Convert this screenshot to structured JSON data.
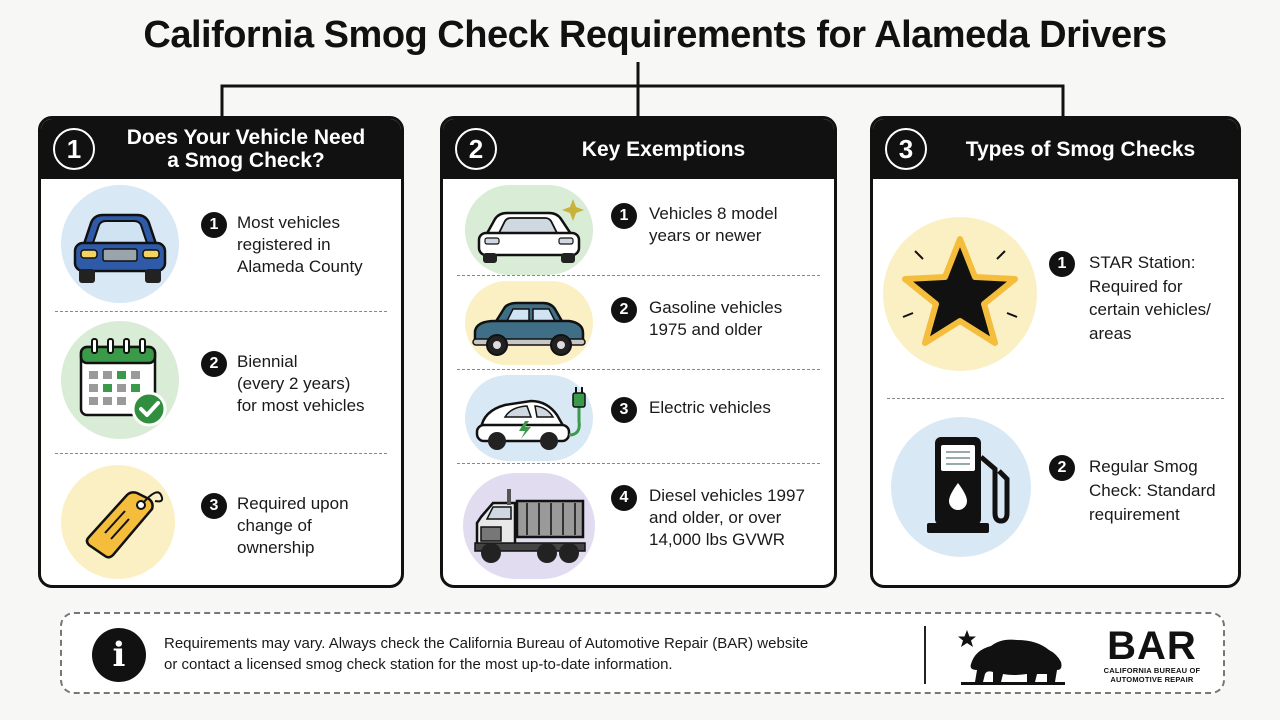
{
  "title": "California Smog Check Requirements for Alameda Drivers",
  "colors": {
    "ink": "#111111",
    "blue_bg": "#d9e8f5",
    "green_bg": "#d8ecd6",
    "yellow_bg": "#fbefc4",
    "purple_bg": "#e2dcf0"
  },
  "panels": [
    {
      "number": "1",
      "title_lines": [
        "Does Your Vehicle Need",
        "a Smog Check?"
      ],
      "items": [
        {
          "number": "1",
          "lines": [
            "Most vehicles",
            "registered in",
            "Alameda County"
          ],
          "icon": "car-front-icon"
        },
        {
          "number": "2",
          "lines": [
            "Biennial",
            "(every 2 years)",
            "for most vehicles"
          ],
          "icon": "calendar-check-icon"
        },
        {
          "number": "3",
          "lines": [
            "Required upon",
            "change of",
            "ownership"
          ],
          "icon": "tag-icon"
        }
      ]
    },
    {
      "number": "2",
      "title_lines": [
        "Key Exemptions"
      ],
      "items": [
        {
          "number": "1",
          "lines": [
            "Vehicles 8 model",
            "years or newer"
          ],
          "icon": "new-car-icon"
        },
        {
          "number": "2",
          "lines": [
            "Gasoline vehicles",
            "1975 and older"
          ],
          "icon": "classic-car-icon"
        },
        {
          "number": "3",
          "lines": [
            "Electric vehicles"
          ],
          "icon": "electric-car-icon"
        },
        {
          "number": "4",
          "lines": [
            "Diesel vehicles 1997",
            "and older, or over",
            "14,000 lbs GVWR"
          ],
          "icon": "diesel-truck-icon"
        }
      ]
    },
    {
      "number": "3",
      "title_lines": [
        "Types of Smog Checks"
      ],
      "items": [
        {
          "number": "1",
          "lines": [
            "STAR Station:",
            "Required for",
            "certain vehicles/",
            "areas"
          ],
          "icon": "star-icon"
        },
        {
          "number": "2",
          "lines": [
            "Regular Smog",
            "Check: Standard",
            "requirement"
          ],
          "icon": "gas-pump-icon"
        }
      ]
    }
  ],
  "footer": {
    "lines": [
      "Requirements may vary. Always check the California Bureau of Automotive Repair (BAR) website",
      "or contact a licensed smog check station for the most up-to-date information."
    ],
    "logo_word": "BAR",
    "logo_sub_lines": [
      "CALIFORNIA BUREAU OF",
      "AUTOMOTIVE REPAIR"
    ],
    "info_glyph": "i"
  }
}
